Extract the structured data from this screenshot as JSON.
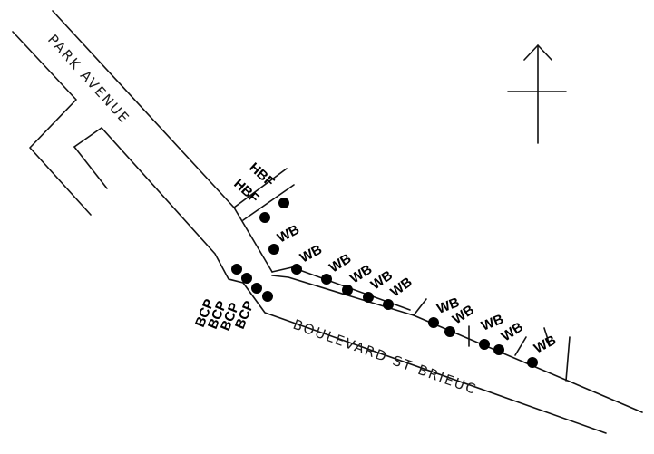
{
  "streets": {
    "park_avenue": "PARK AVENUE",
    "boulevard": "BOULEVARD ST BRIEUC"
  },
  "compass": {
    "icon": "north-arrow-icon"
  },
  "markers": {
    "hbf_1": "HBF",
    "hbf_2": "HBF",
    "wb": "WB",
    "bcp": "BCP"
  },
  "colors": {
    "ink": "#111111",
    "marker": "#000000",
    "background": "#ffffff"
  }
}
